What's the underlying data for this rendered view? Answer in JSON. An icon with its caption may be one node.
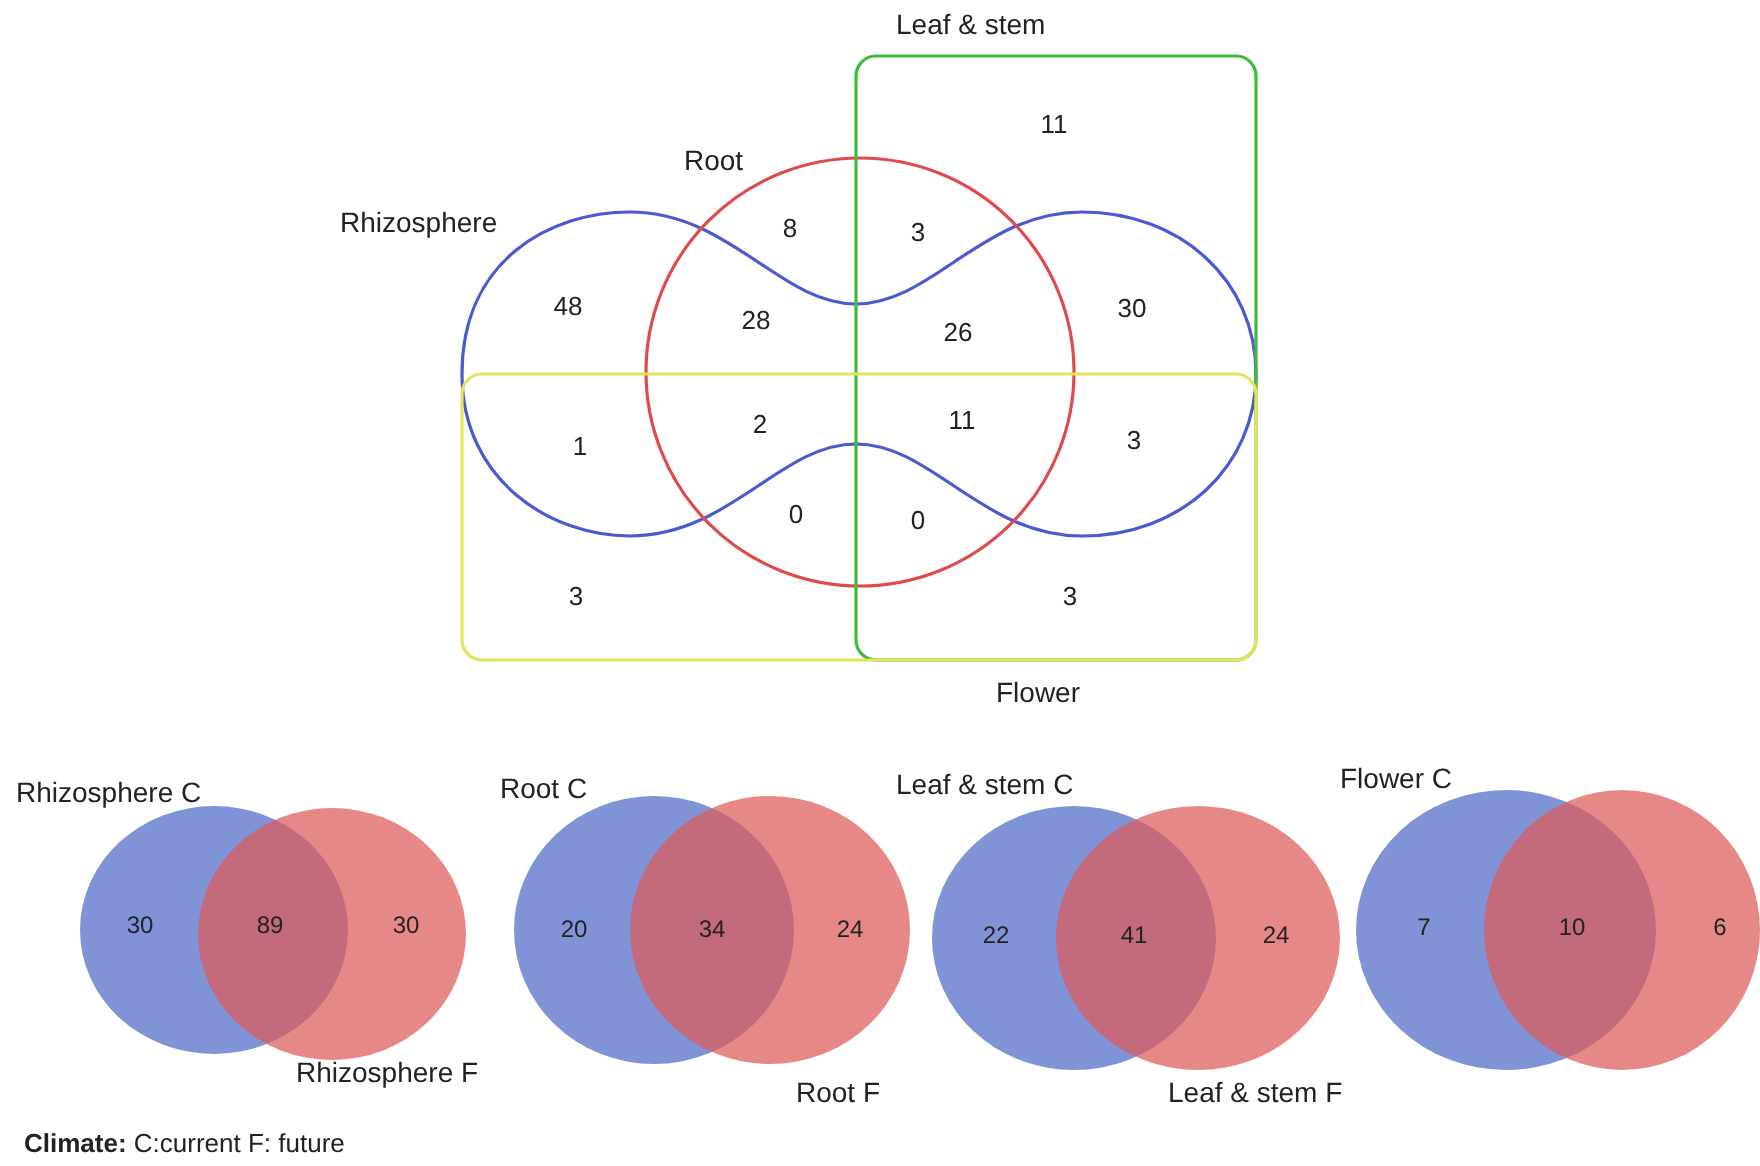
{
  "diagram": {
    "nodes": [
      {
        "text": [
          "Rhizosphere"
        ]
      },
      {
        "text": [
          "Root"
        ]
      },
      {
        "text": [
          "Leaf & stem"
        ]
      },
      {
        "text": [
          "Flower"
        ]
      },
      {
        "text": [
          "Rhizosphere C"
        ]
      },
      {
        "text": [
          "Rhizosphere F"
        ]
      },
      {
        "text": [
          "Root C"
        ]
      },
      {
        "text": [
          "Root F"
        ]
      },
      {
        "text": [
          "Leaf & stem C"
        ]
      },
      {
        "text": [
          "Leaf & stem F"
        ]
      },
      {
        "text": [
          "Flower C"
        ]
      },
      {
        "text": [],
        "shape": "circle"
      }
    ],
    "edges": [],
    "labels": [
      "11",
      "8",
      "3",
      "48",
      "28",
      "26",
      "30",
      "1",
      "2",
      "11",
      "3",
      "0",
      "0",
      "3",
      "3",
      "30",
      "89",
      "30",
      "20",
      "34",
      "24",
      "22",
      "41",
      "24",
      "7",
      "10",
      "6",
      "**Climate:** C:current F: future"
    ]
  }
}
